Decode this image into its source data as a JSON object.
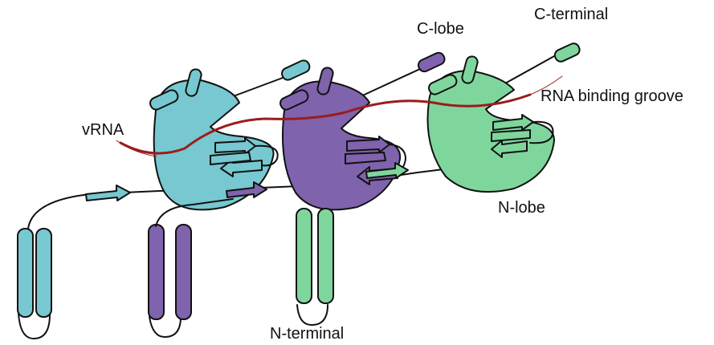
{
  "labels": {
    "c_lobe": "C-lobe",
    "c_terminal": "C-terminal",
    "rna_groove": "RNA binding groove",
    "vrna": "vRNA",
    "n_lobe": "N-lobe",
    "n_terminal": "N-terminal"
  },
  "colors": {
    "teal": "#77c8d0",
    "purple": "#7f63ad",
    "green": "#7fd69d",
    "rna": "#9b1c1c",
    "outline": "#111111"
  },
  "subunits": [
    {
      "name": "teal-subunit",
      "color_key": "teal"
    },
    {
      "name": "purple-subunit",
      "color_key": "purple"
    },
    {
      "name": "green-subunit",
      "color_key": "green"
    }
  ]
}
